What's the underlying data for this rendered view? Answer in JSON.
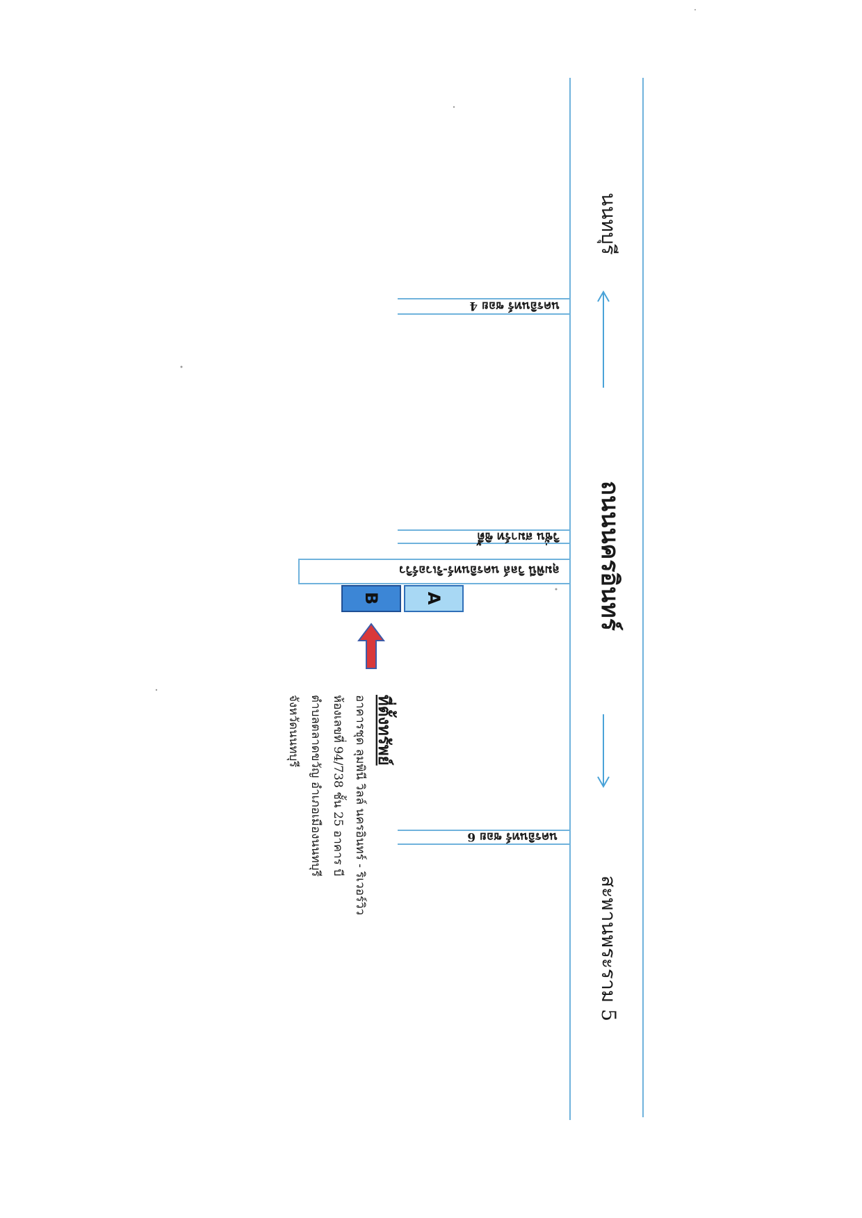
{
  "main_road": "ถนนนครอินทร์",
  "destinations": {
    "north": "นนทบุรี",
    "south": "สะพานพระราม 5"
  },
  "side_roads": {
    "soi4": "นครอินทร์ ซอย 4",
    "vision": "วิชั่น สมาร์ท ซิตี้",
    "lumpini": "ลุมพินี วิลล์ นครอินทร์-ริเวอร์วิว",
    "soi6": "นครอินทร์ ซอย 6"
  },
  "buildings": {
    "a": "A",
    "b": "B"
  },
  "location": {
    "title": "ที่ตั้งทรัพย์",
    "lines": [
      "อาคารชุด ลุมพินี วิลล์ นครอินทร์ - ริเวอร์วิว",
      "ห้องเลขที่ 94/738 ชั้น 25 อาคาร บี",
      "ตำบลตลาดขวัญ อำเภอเมืองนนทบุรี",
      "จังหวัดนนทบุรี"
    ]
  },
  "colors": {
    "road": "#6fb2dc",
    "building_a": "#a8d8f4",
    "building_b": "#3c86d6",
    "pointer_arrow": "#d9383a",
    "pointer_outline": "#3d5ba8"
  }
}
